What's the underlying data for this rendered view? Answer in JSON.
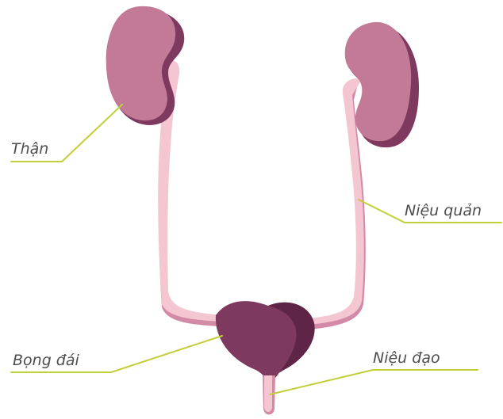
{
  "labels": {
    "kidney": "Thận",
    "ureter": "Niệu quản",
    "bladder": "Bọng đái",
    "urethra": "Niệu đạo"
  },
  "colors": {
    "kidney_light": "#c27a97",
    "kidney_shadow": "#7d3a5e",
    "tube_light": "#f4c6d1",
    "tube_shadow": "#d38aa6",
    "bladder": "#7d3a5e",
    "bladder_shadow": "#5e2546",
    "leader_line": "#c2cf3a",
    "label_text": "#4d4d4d"
  }
}
